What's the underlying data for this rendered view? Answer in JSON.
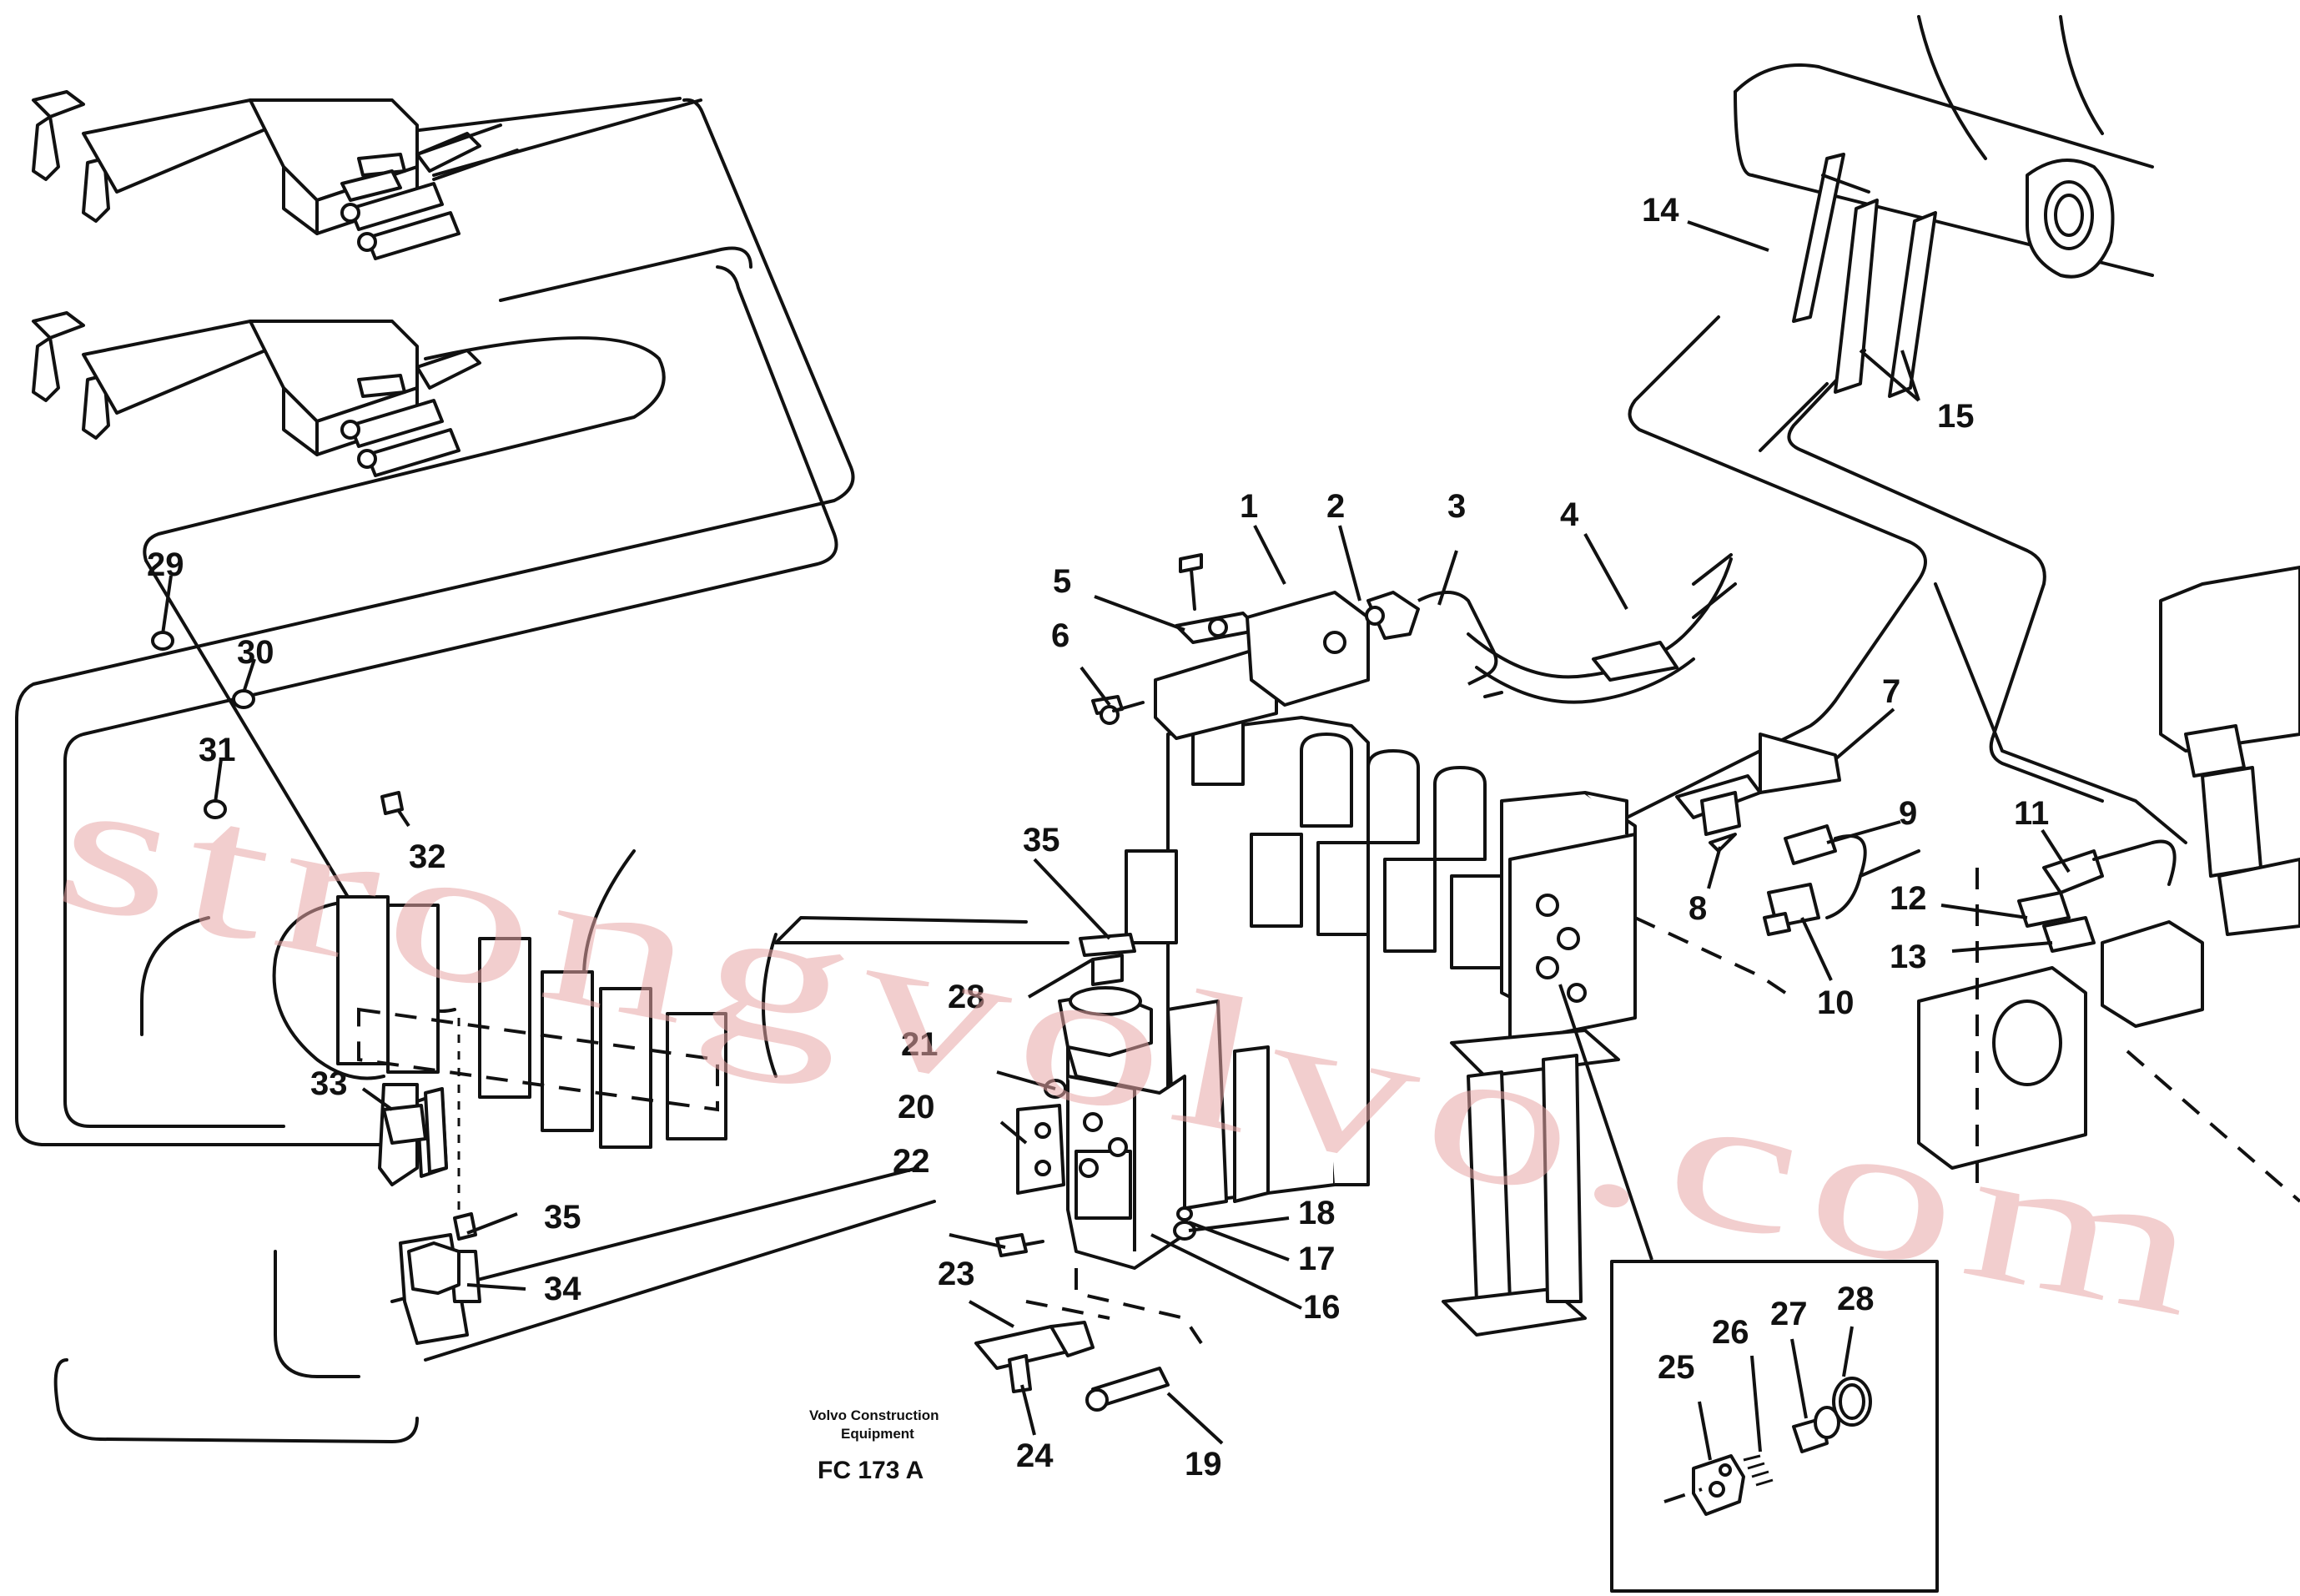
{
  "callouts": {
    "c1": "1",
    "c2": "2",
    "c3": "3",
    "c4": "4",
    "c5": "5",
    "c6": "6",
    "c7": "7",
    "c8": "8",
    "c9": "9",
    "c10": "10",
    "c11": "11",
    "c12": "12",
    "c13": "13",
    "c14": "14",
    "c15": "15",
    "c16": "16",
    "c17": "17",
    "c18": "18",
    "c19": "19",
    "c20": "20",
    "c21": "21",
    "c22": "22",
    "c23": "23",
    "c24": "24",
    "c25": "25",
    "c26": "26",
    "c27": "27",
    "c28": "28",
    "c28b": "28",
    "c29": "29",
    "c30": "30",
    "c31": "31",
    "c32": "32",
    "c33": "33",
    "c34": "34",
    "c35a": "35",
    "c35b": "35"
  },
  "caption": {
    "maker_line1": "Volvo Construction",
    "maker_line2": "Equipment",
    "code": "FC 173 A"
  },
  "watermark": "strongvolvo.com",
  "colors": {
    "ink": "#111111",
    "watermark": "#e7a6a6",
    "background": "#ffffff"
  }
}
